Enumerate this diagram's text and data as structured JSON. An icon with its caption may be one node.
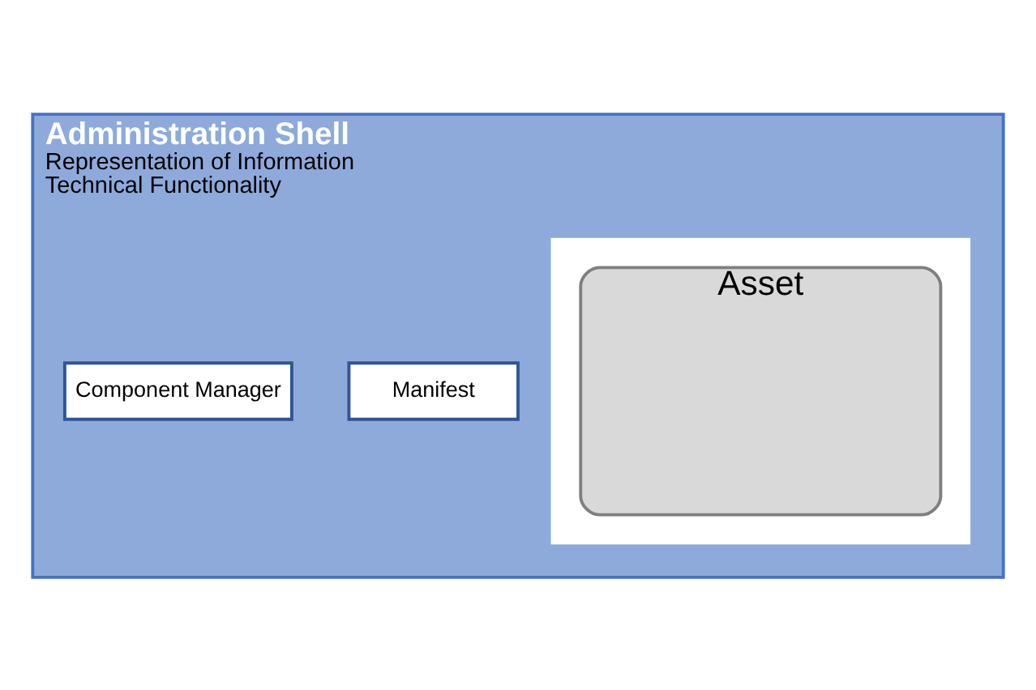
{
  "diagram": {
    "nodes": [
      {
        "text": [
          "Administration Shell",
          "Representation of Information",
          "Technical Functionality"
        ]
      },
      {
        "text": [
          "Manifest"
        ],
        "in": 0
      },
      {
        "text": [
          "Component Manager"
        ],
        "in": 0
      },
      {
        "text": [],
        "shape": "box",
        "in": 0
      },
      {
        "text": [
          "Asset"
        ],
        "in": 3
      }
    ],
    "edges": []
  }
}
